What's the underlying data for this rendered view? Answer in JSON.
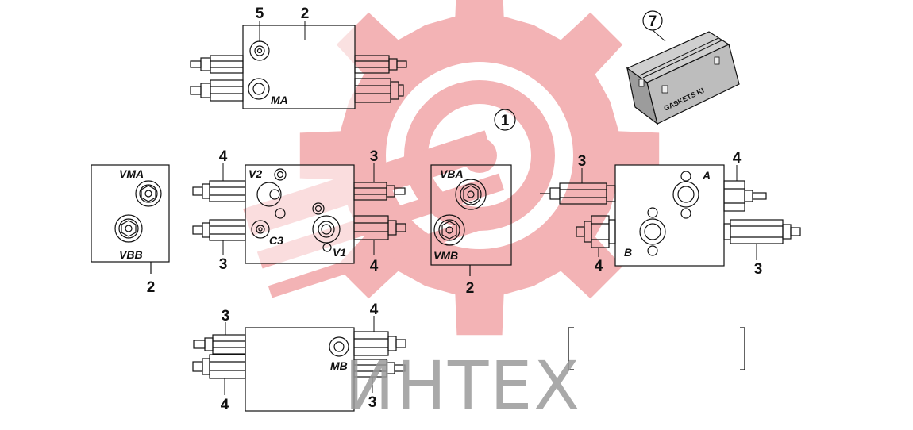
{
  "colors": {
    "watermark": "#f3b3b5",
    "line": "#111111",
    "watermark_text": "#9a9a9a"
  },
  "watermark": {
    "text": "ИНТЕХ"
  },
  "callouts": {
    "c1": "1",
    "c7": "7",
    "c5": "5",
    "top_block": "2",
    "left_block": "2",
    "mid_block": "2",
    "mid_v2_side_l": "4",
    "mid_c3_side_l": "3",
    "mid_v2_side_r": "3",
    "mid_v1_side_r": "4",
    "right_a_side_l": "3",
    "right_b_side_l": "4",
    "right_a_side_r": "4",
    "right_b_side_r": "3",
    "bottom_l_top": "3",
    "bottom_l_bottom": "4",
    "bottom_r_top": "4",
    "bottom_r_bottom": "3"
  },
  "ports": {
    "ma": "MA",
    "vma": "VMA",
    "vbb": "VBB",
    "v2": "V2",
    "c3": "C3",
    "v1": "V1",
    "vba": "VBA",
    "vmb": "VMB",
    "a": "A",
    "b": "B",
    "mb": "MB"
  },
  "kit": {
    "label": "GASKETS KI"
  }
}
